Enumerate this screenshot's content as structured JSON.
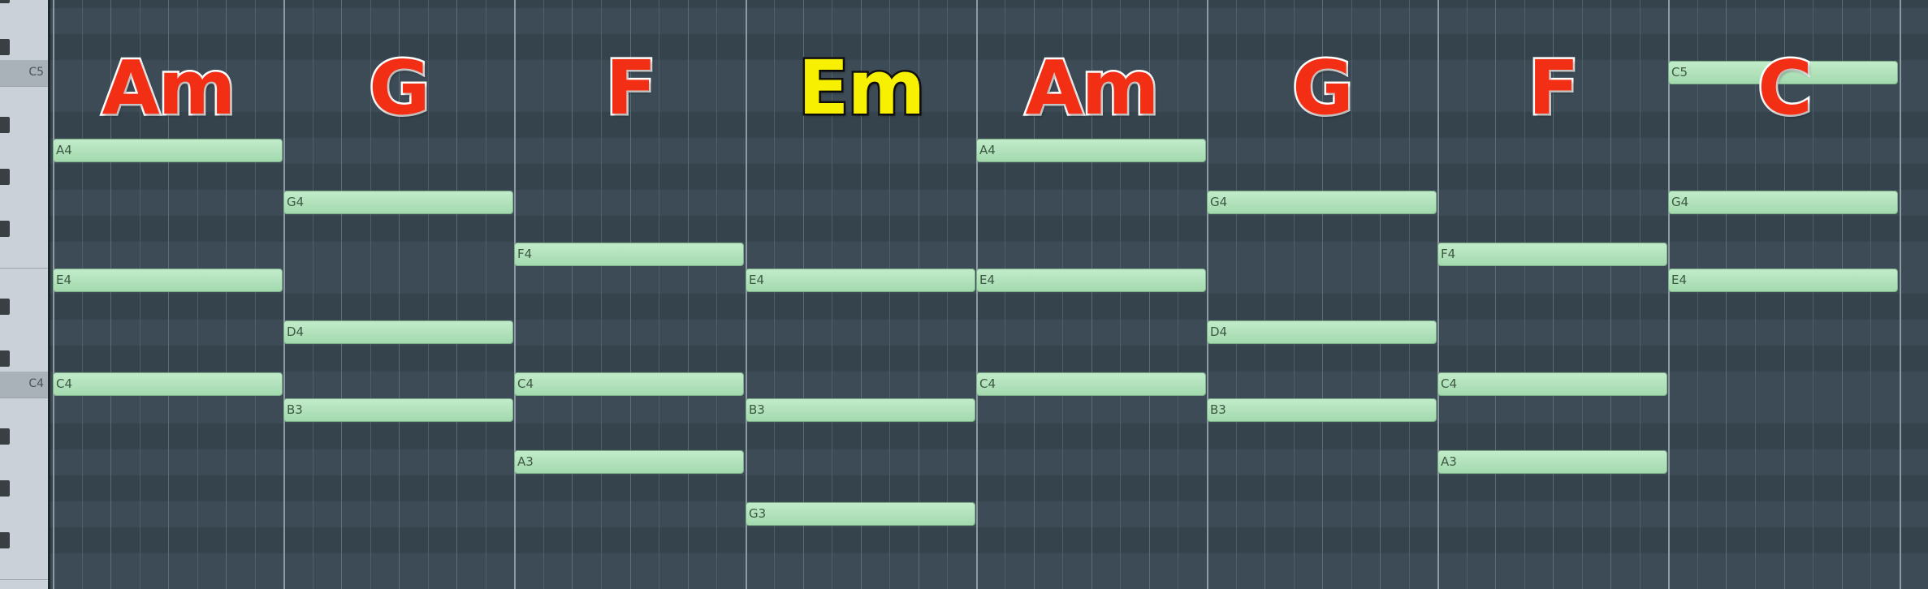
{
  "colors": {
    "grid_bg": "#3c4b55",
    "grid_bg_alt": "#35434c",
    "note_fill": "#b2e3bb",
    "chord_red": "#f22e14",
    "chord_yellow": "#f7f000"
  },
  "keyboard": {
    "c5_label": "C5",
    "c4_label": "C4"
  },
  "chords": [
    {
      "name": "Am",
      "color": "#f22e14",
      "style": "light",
      "bar": 0
    },
    {
      "name": "G",
      "color": "#f22e14",
      "style": "light",
      "bar": 1
    },
    {
      "name": "F",
      "color": "#f22e14",
      "style": "light",
      "bar": 2
    },
    {
      "name": "Em",
      "color": "#f7f000",
      "style": "dark",
      "bar": 3
    },
    {
      "name": "Am",
      "color": "#f22e14",
      "style": "light",
      "bar": 4
    },
    {
      "name": "G",
      "color": "#f22e14",
      "style": "light",
      "bar": 5
    },
    {
      "name": "F",
      "color": "#f22e14",
      "style": "light",
      "bar": 6
    },
    {
      "name": "C",
      "color": "#f22e14",
      "style": "light",
      "bar": 7
    }
  ],
  "notes": [
    {
      "label": "A4",
      "pitch": 69,
      "bar": 0
    },
    {
      "label": "E4",
      "pitch": 64,
      "bar": 0
    },
    {
      "label": "C4",
      "pitch": 60,
      "bar": 0
    },
    {
      "label": "G4",
      "pitch": 67,
      "bar": 1
    },
    {
      "label": "D4",
      "pitch": 62,
      "bar": 1
    },
    {
      "label": "B3",
      "pitch": 59,
      "bar": 1
    },
    {
      "label": "F4",
      "pitch": 65,
      "bar": 2
    },
    {
      "label": "C4",
      "pitch": 60,
      "bar": 2
    },
    {
      "label": "A3",
      "pitch": 57,
      "bar": 2
    },
    {
      "label": "E4",
      "pitch": 64,
      "bar": 3
    },
    {
      "label": "B3",
      "pitch": 59,
      "bar": 3
    },
    {
      "label": "G3",
      "pitch": 55,
      "bar": 3
    },
    {
      "label": "A4",
      "pitch": 69,
      "bar": 4
    },
    {
      "label": "E4",
      "pitch": 64,
      "bar": 4
    },
    {
      "label": "C4",
      "pitch": 60,
      "bar": 4
    },
    {
      "label": "G4",
      "pitch": 67,
      "bar": 5
    },
    {
      "label": "D4",
      "pitch": 62,
      "bar": 5
    },
    {
      "label": "B3",
      "pitch": 59,
      "bar": 5
    },
    {
      "label": "F4",
      "pitch": 65,
      "bar": 6
    },
    {
      "label": "C4",
      "pitch": 60,
      "bar": 6
    },
    {
      "label": "A3",
      "pitch": 57,
      "bar": 6
    },
    {
      "label": "C5",
      "pitch": 72,
      "bar": 7
    },
    {
      "label": "G4",
      "pitch": 67,
      "bar": 7
    },
    {
      "label": "E4",
      "pitch": 64,
      "bar": 7
    }
  ]
}
